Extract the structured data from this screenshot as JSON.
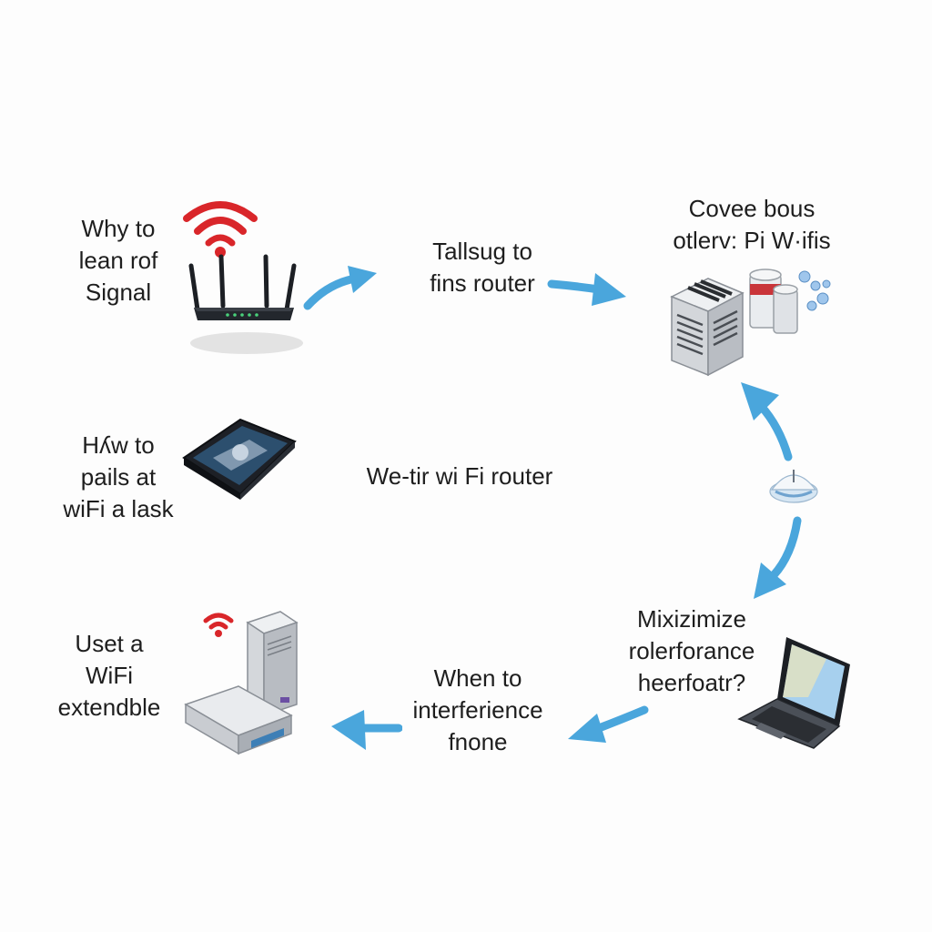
{
  "colors": {
    "background": "#fdfdfd",
    "arrow": "#4aa6dc",
    "wifi": "#d9262a",
    "device_dark": "#22262c",
    "server_gray": "#cfd3d8"
  },
  "labels": {
    "why_signal": [
      "Why to",
      "lean rof",
      "Signal"
    ],
    "talking_router": [
      "Tallsug to",
      "fins router"
    ],
    "cove_wifis": [
      "Covee bous",
      "otlerv: Pi W·ifis"
    ],
    "how_task": [
      "Hʎw to",
      "pails at",
      "wiFi a lask"
    ],
    "center_router": [
      "We-tir wi Fi router"
    ],
    "maximize": [
      "Mixizimize",
      "rolerforance",
      "heerfoatr?"
    ],
    "interference": [
      "When to",
      "interferience",
      "fnone"
    ],
    "extender": [
      "Uset a",
      "WiFi",
      "extendble"
    ]
  },
  "icons": {
    "router": "wifi-router-icon",
    "tablet": "tablet-icon",
    "server": "server-icon",
    "canisters": "canister-icon",
    "sensor": "dome-sensor-icon",
    "laptop": "laptop-icon",
    "extender": "wifi-extender-icon"
  }
}
